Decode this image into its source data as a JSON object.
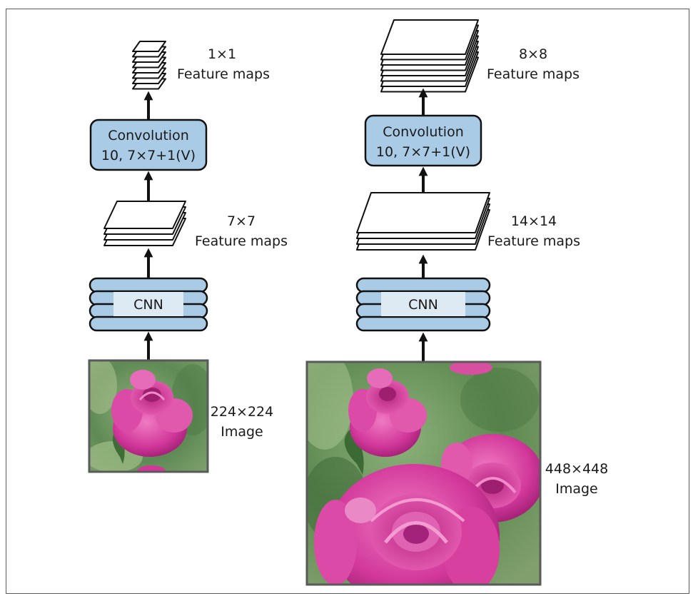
{
  "left": {
    "top_label": [
      "1×1",
      "Feature maps"
    ],
    "conv_label": [
      "Convolution",
      "10, 7×7+1(V)"
    ],
    "mid_label": [
      "7×7",
      "Feature maps"
    ],
    "cnn_label": "CNN",
    "image_label": [
      "224×224",
      "Image"
    ]
  },
  "right": {
    "top_label": [
      "8×8",
      "Feature maps"
    ],
    "conv_label": [
      "Convolution",
      "10, 7×7+1(V)"
    ],
    "mid_label": [
      "14×14",
      "Feature maps"
    ],
    "cnn_label": "CNN",
    "image_label": [
      "448×448",
      "Image"
    ]
  },
  "colors": {
    "box_fill": "#a9cbe6",
    "cnn_label_bg": "#dde9f3",
    "stroke": "#111111",
    "rose": "#d2389a",
    "foliage": "#6f9a5a"
  },
  "icons": [
    "feature-map-stack-icon",
    "rose-photo-icon"
  ]
}
